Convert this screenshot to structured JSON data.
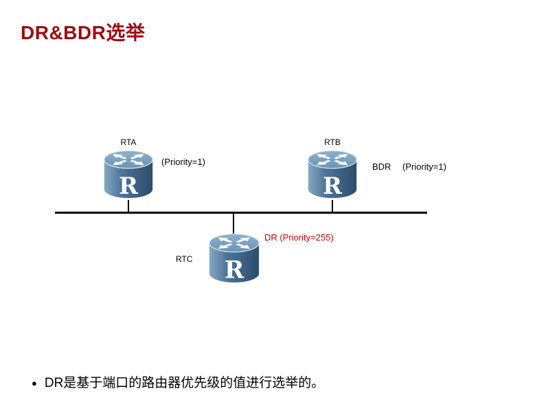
{
  "title": "DR&BDR选举",
  "diagram": {
    "routers": {
      "rta": {
        "label": "RTA",
        "priority": "(Priority=1)"
      },
      "rtb": {
        "label": "RTB",
        "role": "BDR",
        "priority": "(Priority=1)"
      },
      "rtc": {
        "label": "RTC",
        "role_priority": "DR (Priority=255)"
      }
    },
    "segment": "ethernet-multi-access-segment"
  },
  "router_icon": {
    "letter": "R"
  },
  "bullet": {
    "marker": "●",
    "text": "DR是基于端口的路由器优先级的值进行选举的。"
  },
  "colors": {
    "title": "#9e0b10",
    "dr_annotation": "#cc0000",
    "router_body_dark": "#2e4f6e",
    "router_body_light": "#7fa2c0",
    "router_top": "#7ba3c2",
    "line": "#000000",
    "background": "#ffffff"
  }
}
